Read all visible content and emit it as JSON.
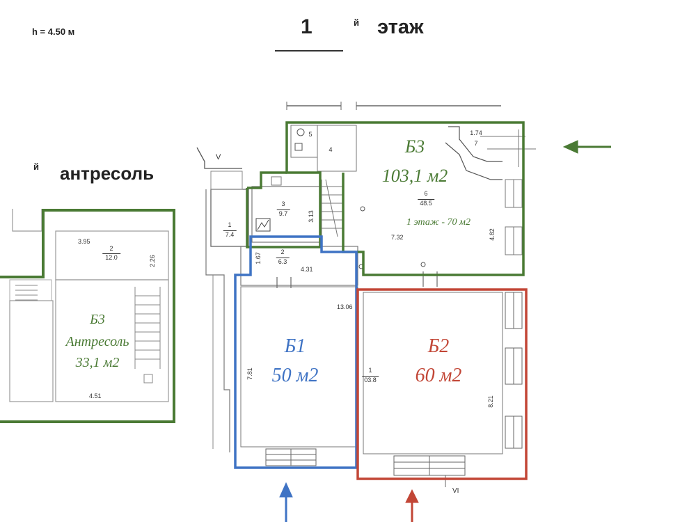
{
  "header": {
    "ceiling_height": "h = 4.50 м",
    "floor_number": "1",
    "floor_suffix": "й",
    "floor_word": "этаж"
  },
  "mezzanine": {
    "suffix": "й",
    "word": "антресоль",
    "unit": {
      "name": "Б3",
      "label": "Антресоль",
      "area": "33,1 м2"
    },
    "room": {
      "number": "2",
      "area": "12.0"
    },
    "dimensions": [
      "3.95",
      "2.26",
      "4.51"
    ]
  },
  "units": [
    {
      "id": "B3",
      "name": "Б3",
      "area": "103,1 м2",
      "note": "1 этаж - 70 м2",
      "color": "#4a7a34"
    },
    {
      "id": "B1",
      "name": "Б1",
      "area": "50 м2",
      "color": "#3f73c4"
    },
    {
      "id": "B2",
      "name": "Б2",
      "area": "60 м2",
      "color": "#c24636"
    }
  ],
  "rooms": [
    {
      "number": "1",
      "area": "7.4"
    },
    {
      "number": "2",
      "area": "6.3"
    },
    {
      "number": "3",
      "area": "9.7"
    },
    {
      "number": "4",
      "area": ""
    },
    {
      "number": "5",
      "area": ""
    },
    {
      "number": "6",
      "area": "48.5"
    },
    {
      "number": "7",
      "area": "1.74"
    },
    {
      "number": "1",
      "area": "03.8"
    }
  ],
  "dimensions": [
    "3.13",
    "1.67",
    "4.31",
    "7.32",
    "4.82",
    "13.06",
    "7.81",
    "8.21"
  ],
  "axis_labels": [
    "V",
    "VI"
  ],
  "colors": {
    "green": "#4a7a34",
    "blue": "#3f73c4",
    "red": "#c24636",
    "wall": "#444444"
  }
}
